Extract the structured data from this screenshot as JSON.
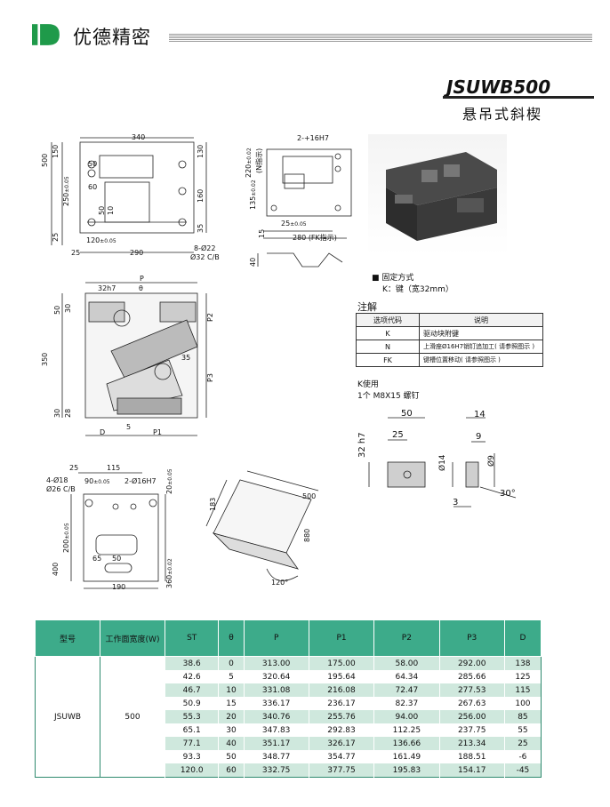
{
  "header": {
    "brand_text": "优德精密",
    "model": "JSUWB500",
    "subtitle": "悬吊式斜楔"
  },
  "drawing_top_left": {
    "width_label": "340",
    "w290": "290",
    "w25": "25",
    "w120": "120",
    "w120_tol": "±0.05",
    "left_500": "500",
    "left_150": "150",
    "left_250": "250",
    "left_250_tol": "±0.05",
    "left_25": "25",
    "inner_50a": "50",
    "inner_60": "60",
    "inner_50b": "50",
    "inner_10": "10",
    "right_130": "130",
    "right_160": "160",
    "right_35": "35",
    "holes": "8-Ø22",
    "cb": "Ø32 C/B"
  },
  "drawing_top_mid": {
    "pin": "2-+16H7",
    "v220": "220",
    "v220_tol": "±0.02",
    "v220_note": "(N指示)",
    "v135": "135",
    "v135_tol": "±0.02",
    "v15": "15",
    "h25": "25",
    "h25_tol": "±0.05",
    "h280": "280 (FK指示)",
    "v40": "40"
  },
  "fix_method": {
    "label": "固定方式",
    "value": "K：键（宽32mm）"
  },
  "notes": {
    "title": "注解",
    "head_code": "选项代码",
    "head_desc": "说明",
    "rows": [
      {
        "code": "K",
        "desc": "驱动块附键"
      },
      {
        "code": "N",
        "desc": "上滑座Ø16H7销钉追加工( 请参照图示 )"
      },
      {
        "code": "FK",
        "desc": "键槽位置移动( 请参照图示 )"
      }
    ]
  },
  "key_use": {
    "line1": "K使用",
    "line2": "1个 M8X15 螺钉"
  },
  "key_drawing": {
    "d50": "50",
    "d25": "25",
    "d32h7": "32 h7",
    "d14a": "14",
    "d9": "9",
    "phi14": "Ø14",
    "phi9": "Ø9",
    "d3": "3",
    "deg30": "30°"
  },
  "drawing_mid_left": {
    "P": "P",
    "h32": "32h7",
    "theta": "θ",
    "v350": "350",
    "v50": "50",
    "v30a": "30",
    "v30b": "30",
    "v28": "28",
    "P2": "P2",
    "P3": "P3",
    "D": "D",
    "P1": "P1",
    "n5": "5",
    "n35": "35"
  },
  "drawing_bottom_left": {
    "d25": "25",
    "d115": "115",
    "holes": "4-Ø18",
    "cb": "Ø26 C/B",
    "d90": "90",
    "d90_tol": "±0.05",
    "pins": "2-Ø16H7",
    "r20": "20",
    "r20_tol": "±0.05",
    "v200": "200",
    "v200_tol": "±0.05",
    "v400": "400",
    "d65": "65",
    "d50": "50",
    "d190": "190",
    "r360": "360",
    "r360_tol": "±0.02"
  },
  "drawing_iso": {
    "d500": "500",
    "d183": "183",
    "d880": "880",
    "deg120": "120°"
  },
  "spec_table": {
    "headers": [
      "型号",
      "工作面宽度(W)",
      "ST",
      "θ",
      "P",
      "P1",
      "P2",
      "P3",
      "D"
    ],
    "model": "JSUWB",
    "width": "500",
    "rows": [
      [
        "38.6",
        "0",
        "313.00",
        "175.00",
        "58.00",
        "292.00",
        "138"
      ],
      [
        "42.6",
        "5",
        "320.64",
        "195.64",
        "64.34",
        "285.66",
        "125"
      ],
      [
        "46.7",
        "10",
        "331.08",
        "216.08",
        "72.47",
        "277.53",
        "115"
      ],
      [
        "50.9",
        "15",
        "336.17",
        "236.17",
        "82.37",
        "267.63",
        "100"
      ],
      [
        "55.3",
        "20",
        "340.76",
        "255.76",
        "94.00",
        "256.00",
        "85"
      ],
      [
        "65.1",
        "30",
        "347.83",
        "292.83",
        "112.25",
        "237.75",
        "55"
      ],
      [
        "77.1",
        "40",
        "351.17",
        "326.17",
        "136.66",
        "213.34",
        "25"
      ],
      [
        "93.3",
        "50",
        "348.77",
        "354.77",
        "161.49",
        "188.51",
        "-6"
      ],
      [
        "120.0",
        "60",
        "332.75",
        "377.75",
        "195.83",
        "154.17",
        "-45"
      ]
    ]
  },
  "colors": {
    "brand_green": "#1f9a4a",
    "table_header": "#3dab8a",
    "table_stripe": "#cfe8dd"
  }
}
